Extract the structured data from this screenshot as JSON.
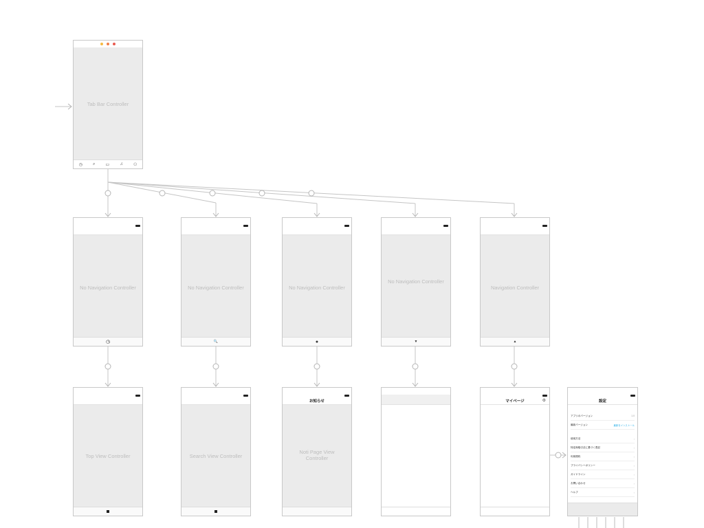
{
  "tab_bar_controller": {
    "label": "Tab Bar Controller",
    "dot_colors": [
      "#f5b942",
      "#f07f4a",
      "#e85a4f"
    ],
    "tab_icons": [
      "clock-icon",
      "search-icon",
      "chat-icon",
      "bell-icon",
      "share-icon"
    ],
    "tab_glyphs": [
      "◷",
      "⌕",
      "▭",
      "♫",
      "⚇"
    ]
  },
  "navigation_controllers": [
    {
      "label": "No Navigation Controller",
      "icon": "clock-icon",
      "glyph": "◷"
    },
    {
      "label": "No Navigation Controller",
      "icon": "search-icon",
      "glyph": "🔍"
    },
    {
      "label": "No Navigation Controller",
      "icon": "bell-icon",
      "glyph": "●"
    },
    {
      "label": "No Navigation Controller",
      "icon": "wifi-icon",
      "glyph": "▼"
    },
    {
      "label": "Navigation Controller",
      "icon": "person-icon",
      "glyph": "▲"
    }
  ],
  "view_controllers": [
    {
      "label": "Top View Controller"
    },
    {
      "label": "Search View Controller"
    },
    {
      "title": "お知らせ",
      "label": "Noti Page View\nController"
    },
    {
      "label": ""
    },
    {
      "title": "マイページ"
    }
  ],
  "settings": {
    "title": "設定",
    "rows": [
      {
        "label": "アプリのバージョン",
        "value": "1.0"
      },
      {
        "label": "最新バージョン",
        "link": "最新をインストール"
      },
      {
        "label": "使用方法"
      },
      {
        "label": "特定商取引法に基づく表記"
      },
      {
        "label": "利用規約"
      },
      {
        "label": "プライバシーポリシー"
      },
      {
        "label": "ガイドライン"
      },
      {
        "label": "お問い合わせ"
      },
      {
        "label": "ヘルプ"
      }
    ]
  }
}
